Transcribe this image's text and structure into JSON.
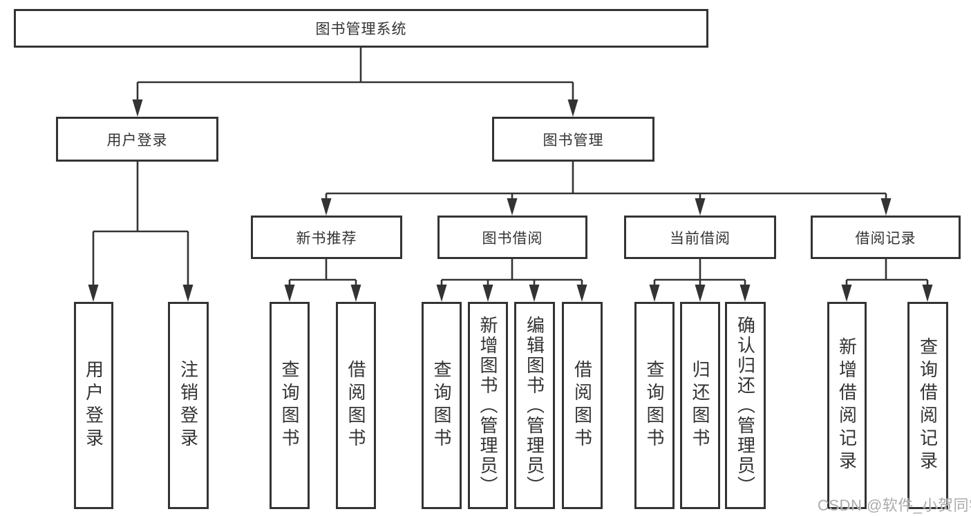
{
  "colors": {
    "background": "#ffffff",
    "line": "#333333",
    "box_border": "#333333",
    "text": "#333333",
    "watermark": "#ababab"
  },
  "tree": {
    "label": "图书管理系统",
    "children": [
      {
        "label": "用户登录",
        "children": [
          {
            "label": "用户登录"
          },
          {
            "label": "注销登录"
          }
        ]
      },
      {
        "label": "图书管理",
        "children": [
          {
            "label": "新书推荐",
            "children": [
              {
                "label": "查询图书"
              },
              {
                "label": "借阅图书"
              }
            ]
          },
          {
            "label": "图书借阅",
            "children": [
              {
                "label": "查询图书"
              },
              {
                "label": "新增图书（管理员）"
              },
              {
                "label": "编辑图书（管理员）"
              },
              {
                "label": "借阅图书"
              }
            ]
          },
          {
            "label": "当前借阅",
            "children": [
              {
                "label": "查询图书"
              },
              {
                "label": "归还图书"
              },
              {
                "label": "确认归还（管理员）"
              }
            ]
          },
          {
            "label": "借阅记录",
            "children": [
              {
                "label": "新增借阅记录"
              },
              {
                "label": "查询借阅记录"
              }
            ]
          }
        ]
      }
    ]
  },
  "watermark": {
    "text": "CSDN @软件_小贺同学"
  }
}
